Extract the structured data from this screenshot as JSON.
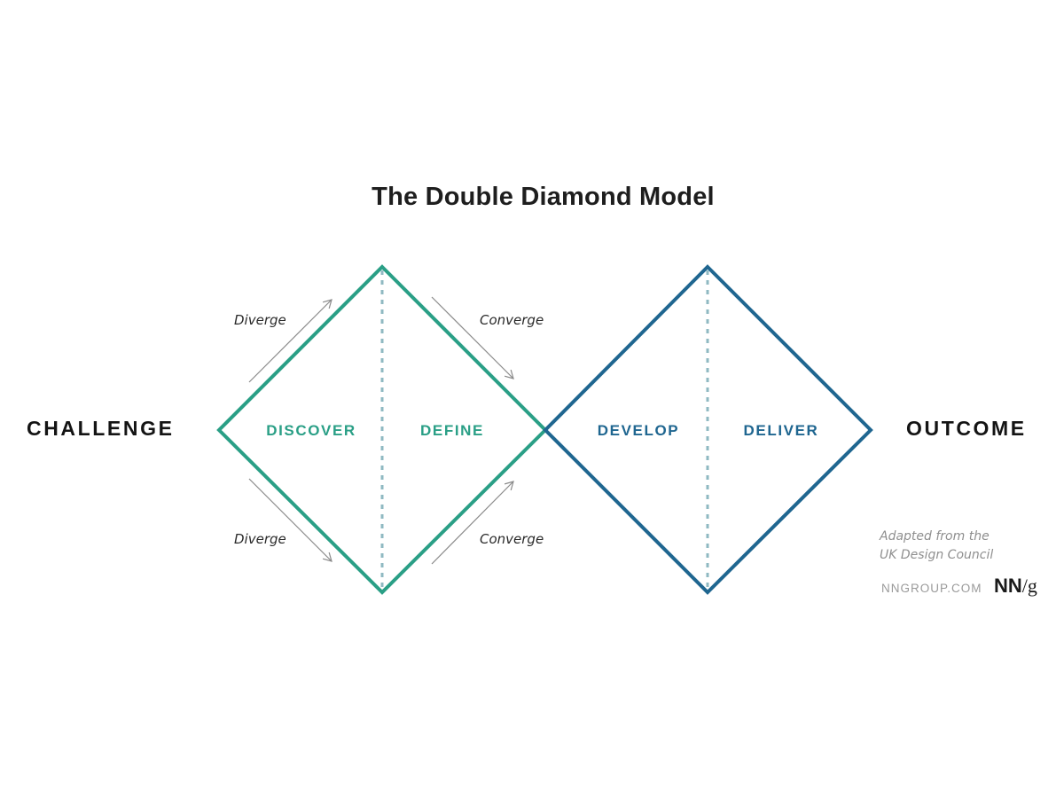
{
  "title": "The Double Diamond Model",
  "start_label": "CHALLENGE",
  "end_label": "OUTCOME",
  "phases": [
    {
      "label": "DISCOVER",
      "color": "#2a9f86"
    },
    {
      "label": "DEFINE",
      "color": "#2a9f86"
    },
    {
      "label": "DEVELOP",
      "color": "#1f6690"
    },
    {
      "label": "DELIVER",
      "color": "#1f6690"
    }
  ],
  "flows": {
    "top_left": "Diverge",
    "top_right": "Converge",
    "bottom_left": "Diverge",
    "bottom_right": "Converge"
  },
  "colors": {
    "first_diamond": "#2a9f86",
    "second_diamond": "#1f6690",
    "divider": "#8fb9c2",
    "arrows": "#8a8a8a"
  },
  "credit": {
    "line1": "Adapted from the",
    "line2": "UK Design Council",
    "site": "NNGROUP.COM",
    "logo_main": "NN",
    "logo_suffix": "/g"
  }
}
